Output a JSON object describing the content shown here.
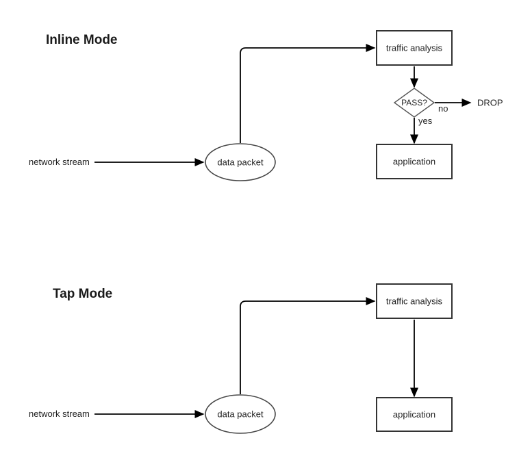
{
  "diagram": {
    "background_color": "#ffffff",
    "shape_border_color": "#333333",
    "arrow_color": "#000000",
    "sections": [
      {
        "title": "Inline Mode",
        "labels": {
          "network_stream": "network stream",
          "drop": "DROP"
        },
        "nodes": {
          "data_packet": "data packet",
          "traffic_analysis": "traffic analysis",
          "decision": "PASS?",
          "application": "application"
        },
        "edge_labels": {
          "no": "no",
          "yes": "yes"
        }
      },
      {
        "title": "Tap Mode",
        "labels": {
          "network_stream": "network stream"
        },
        "nodes": {
          "data_packet": "data packet",
          "traffic_analysis": "traffic analysis",
          "application": "application"
        }
      }
    ]
  }
}
